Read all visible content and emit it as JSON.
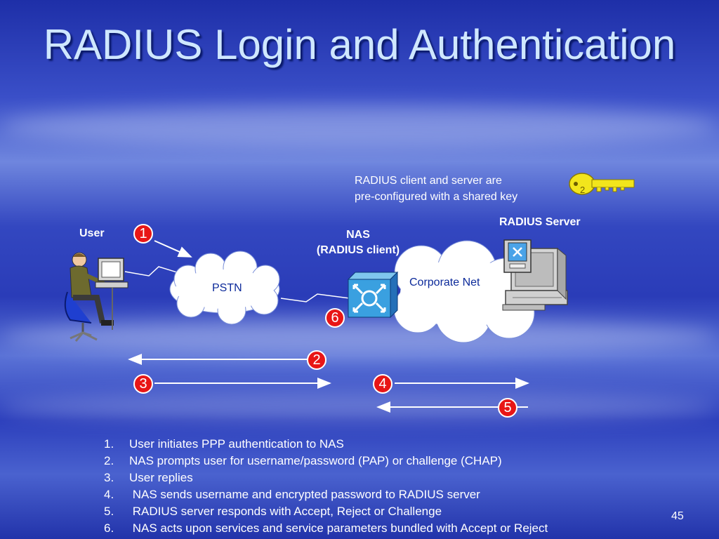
{
  "slide": {
    "title": "RADIUS Login and Authentication",
    "page_number": "45"
  },
  "diagram": {
    "note_line1": "RADIUS client and server are",
    "note_line2": "pre-configured with a shared key",
    "user_label": "User",
    "nas_label_line1": "NAS",
    "nas_label_line2": "(RADIUS client)",
    "radius_server_label": "RADIUS Server",
    "pstn_label": "PSTN",
    "corporate_net_label": "Corporate Net",
    "markers": [
      "1",
      "2",
      "3",
      "4",
      "5",
      "6"
    ]
  },
  "steps": [
    {
      "num": "1.",
      "text": "User initiates PPP authentication to NAS"
    },
    {
      "num": "2.",
      "text": "NAS prompts user for username/password (PAP) or challenge (CHAP)"
    },
    {
      "num": "3.",
      "text": "User replies"
    },
    {
      "num": "4.",
      "text": " NAS sends username and encrypted password to RADIUS server"
    },
    {
      "num": "5.",
      "text": " RADIUS server responds with Accept, Reject or Challenge"
    },
    {
      "num": "6.",
      "text": " NAS acts upon services and service parameters bundled with Accept or Reject"
    }
  ],
  "colors": {
    "background": "#2a3cb8",
    "title": "#cfe7ff",
    "marker_fill": "#e81616",
    "key": "#f2e51c",
    "cloud_text": "#0c2a9a"
  },
  "icons": [
    "key-icon",
    "user-at-workstation-icon",
    "nas-router-icon",
    "radius-server-computer-icon"
  ]
}
